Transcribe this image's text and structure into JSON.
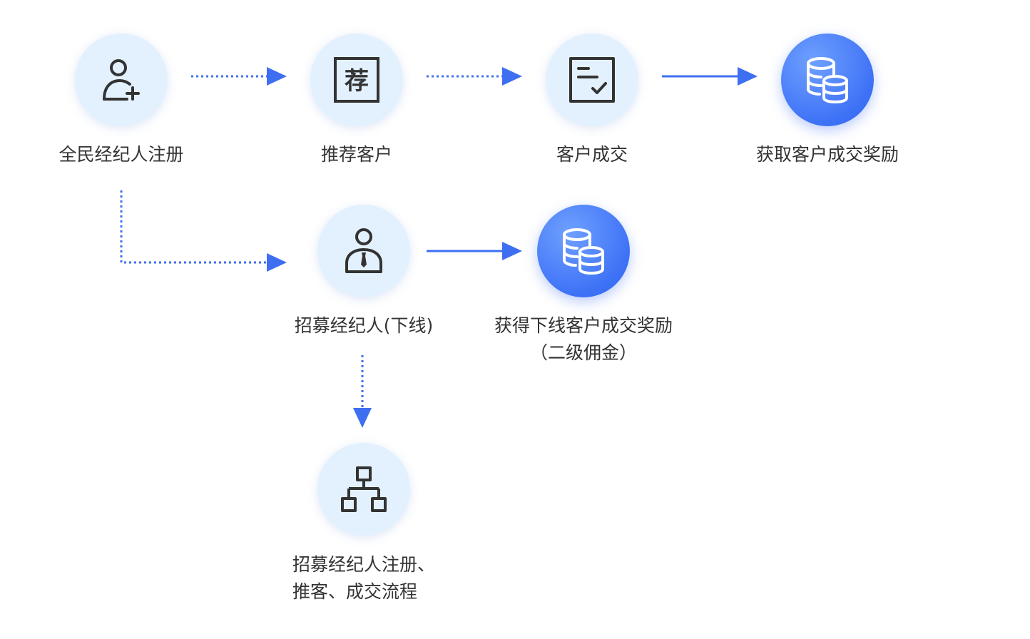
{
  "nodes": {
    "register": {
      "label": "全民经纪人注册",
      "icon": "add-user-icon"
    },
    "recommend": {
      "label": "推荐客户",
      "icon": "recommend-icon",
      "icon_char": "荐"
    },
    "deal": {
      "label": "客户成交",
      "icon": "checklist-icon"
    },
    "reward": {
      "label": "获取客户成交奖励",
      "icon": "coins-icon"
    },
    "recruit": {
      "label": "招募经纪人(下线)",
      "icon": "agent-icon"
    },
    "sub_reward": {
      "label_line1": "获得下线客户成交奖励",
      "label_line2": "（二级佣金）",
      "icon": "coins-icon"
    },
    "process": {
      "label_line1": "招募经纪人注册、",
      "label_line2": "推客、成交流程",
      "icon": "hierarchy-icon"
    }
  },
  "colors": {
    "accent": "#3e6ff0",
    "icon_stroke": "#333333",
    "node_bg": "#e3f1ff"
  }
}
